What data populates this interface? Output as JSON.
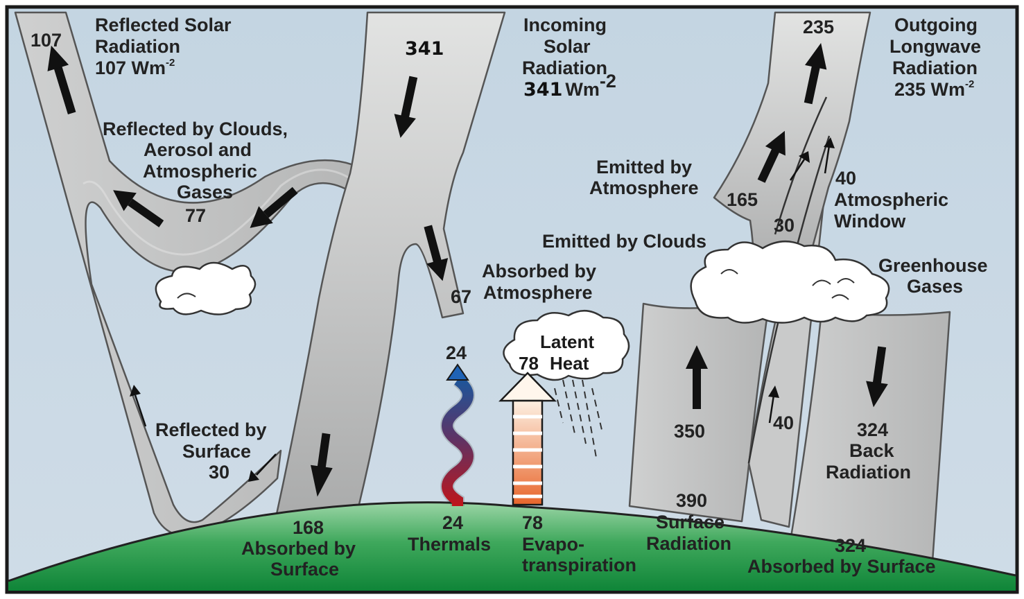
{
  "colors": {
    "sky": "#c8d7e3",
    "beam": "#c3c4c4",
    "beam_light": "#dedfde",
    "beam_dark": "#a7a8a8",
    "ground_top": "#8fd09c",
    "ground_bottom": "#138a3c",
    "thermal_top": "#1a63b8",
    "thermal_bottom": "#e0151a",
    "evap_top": "#fde9d6",
    "evap_bottom": "#e8632a"
  },
  "labels": {
    "reflected_solar": [
      "Reflected Solar",
      "Radiation"
    ],
    "reflected_solar_value": "107 Wm",
    "reflected_solar_exp": "-2",
    "reflected_solar_top_num": "107",
    "incoming_solar": [
      "Incoming",
      "Solar",
      "Radiation"
    ],
    "incoming_solar_value": "341",
    "incoming_solar_unit": "Wm",
    "incoming_solar_exp": "-2",
    "incoming_solar_top_num": "341",
    "outgoing_longwave": [
      "Outgoing",
      "Longwave",
      "Radiation"
    ],
    "outgoing_longwave_value": "235 Wm",
    "outgoing_longwave_exp": "-2",
    "outgoing_top_num": "235",
    "reflected_clouds": [
      "Reflected by Clouds,",
      "Aerosol and",
      "Atmospheric",
      "Gases"
    ],
    "reflected_clouds_num": "77",
    "reflected_surface": [
      "Reflected by",
      "Surface",
      "30"
    ],
    "absorbed_atmos_num": "67",
    "absorbed_atmos": [
      "Absorbed by",
      "Atmosphere"
    ],
    "emitted_atmos": [
      "Emitted by",
      "Atmosphere"
    ],
    "emitted_atmos_num": "165",
    "emitted_clouds": "Emitted by Clouds",
    "emitted_clouds_num": "30",
    "atmos_window_num": "40",
    "atmos_window": [
      "Atmospheric",
      "Window"
    ],
    "greenhouse": [
      "Greenhouse",
      "Gases"
    ],
    "latent_heat": [
      "Latent",
      "Heat"
    ],
    "latent_num": "78",
    "thermals_top_num": "24",
    "surface_rad_up_num": "350",
    "window_low_num": "40",
    "back_rad": [
      "324",
      "Back",
      "Radiation"
    ],
    "absorbed_surface_168": [
      "168",
      "Absorbed by",
      "Surface"
    ],
    "thermals": [
      "24",
      "Thermals"
    ],
    "evapo": [
      "78",
      "Evapo-",
      "transpiration"
    ],
    "surface_rad": [
      "390",
      "Surface",
      "Radiation"
    ],
    "absorbed_surface_324": [
      "324",
      "Absorbed by Surface"
    ]
  }
}
